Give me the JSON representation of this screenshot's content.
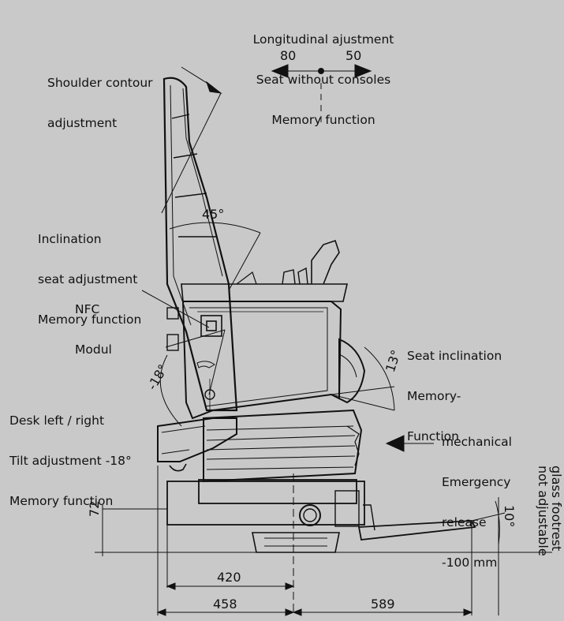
{
  "labels": {
    "longitudinal": {
      "line1": "Longitudinal ajustment",
      "line2": "Seat without consoles",
      "line3": "Memory function",
      "left_value": "80",
      "right_value": "50"
    },
    "shoulder": {
      "line1": "Shoulder contour",
      "line2": "adjustment"
    },
    "inclination": {
      "line1": "Inclination",
      "line2": "seat adjustment",
      "line3": "Memory function",
      "angle": "45°"
    },
    "nfc": {
      "line1": "NFC",
      "line2": "Modul"
    },
    "seat_inclination": {
      "line1": "Seat inclination",
      "line2": "Memory-",
      "line3": "Function",
      "angle": "13°"
    },
    "desk": {
      "line1": "Desk left / right",
      "line2": "Tilt adjustment -18°",
      "line3": "Memory function",
      "angle": "-18°"
    },
    "emergency": {
      "line1": "mechanical",
      "line2": "Emergency",
      "line3": "release",
      "line4": "-100 mm"
    },
    "footrest": {
      "line1": "glass footrest",
      "line2": "not adjustable",
      "angle": "10°"
    }
  },
  "dimensions": {
    "height_72": "72",
    "width_420": "420",
    "width_458": "458",
    "width_589": "589"
  },
  "colors": {
    "background": "#c9c9c9",
    "line": "#111111"
  }
}
